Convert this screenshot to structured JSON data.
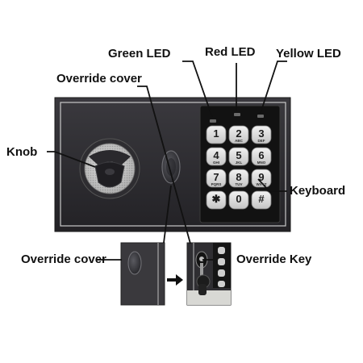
{
  "labels": {
    "green_led": "Green LED",
    "red_led": "Red LED",
    "yellow_led": "Yellow LED",
    "override_cover_top": "Override cover",
    "knob": "Knob",
    "keyboard": "Keyboard",
    "override_cover_bottom": "Override cover",
    "override_key": "Override Key"
  },
  "keypad": {
    "keys": [
      {
        "num": "1",
        "sub": ""
      },
      {
        "num": "2",
        "sub": "ABC"
      },
      {
        "num": "3",
        "sub": "DEF"
      },
      {
        "num": "4",
        "sub": "GHI"
      },
      {
        "num": "5",
        "sub": "JKL"
      },
      {
        "num": "6",
        "sub": "MNO"
      },
      {
        "num": "7",
        "sub": "PQRS"
      },
      {
        "num": "8",
        "sub": "TUV"
      },
      {
        "num": "9",
        "sub": "WXYZ"
      },
      {
        "num": "✱",
        "sub": ""
      },
      {
        "num": "0",
        "sub": ""
      },
      {
        "num": "#",
        "sub": ""
      }
    ]
  },
  "colors": {
    "safe_body": "#2b2a2e",
    "keypad_panel": "#121212",
    "key_face": "#e2e2e2",
    "label_text": "#111111"
  }
}
